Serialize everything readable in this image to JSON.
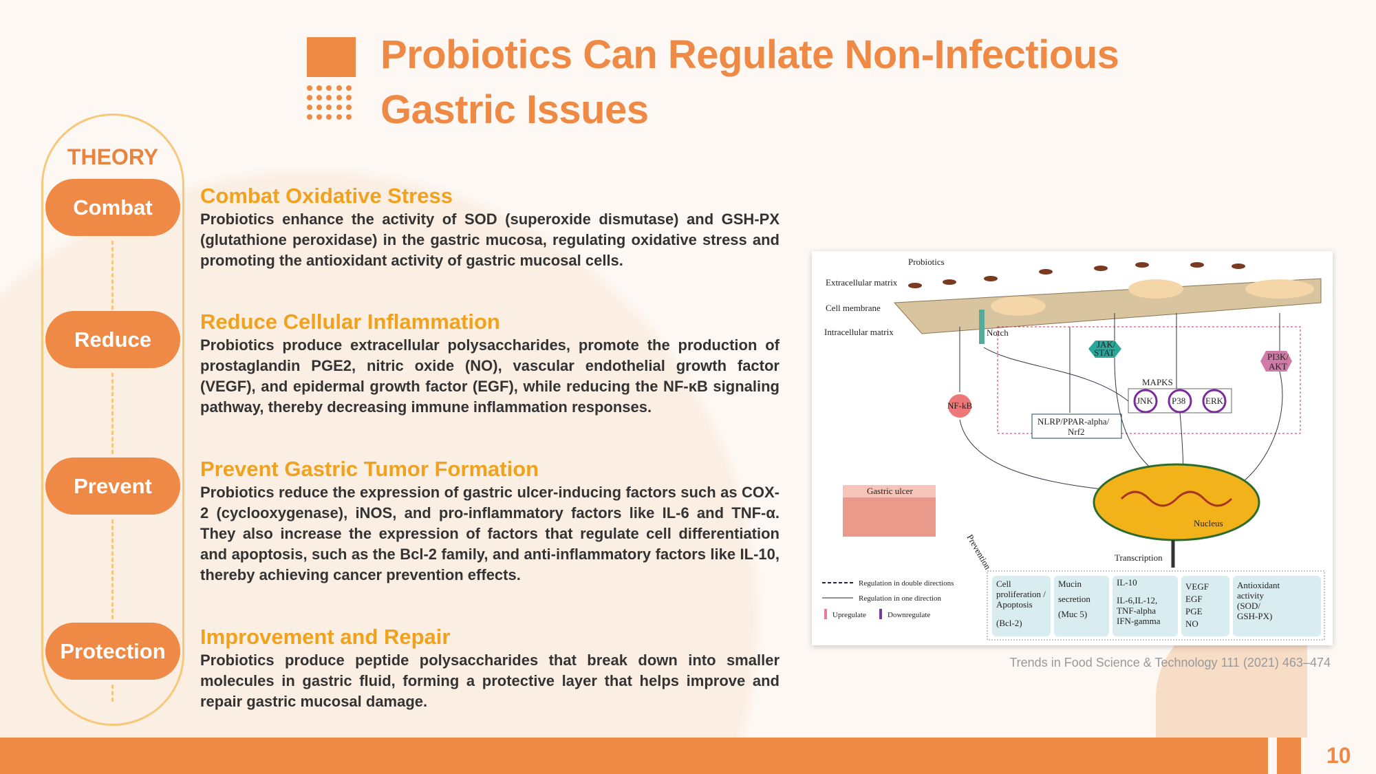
{
  "title": {
    "line1": "Probiotics Can Regulate Non-Infectious",
    "line2": "Gastric Issues"
  },
  "sidebar": {
    "label": "THEORY",
    "buttons": [
      "Combat",
      "Reduce",
      "Prevent",
      "Protection"
    ]
  },
  "sections": [
    {
      "heading": "Combat Oxidative Stress",
      "body": "Probiotics enhance the activity of SOD (superoxide dismutase) and GSH-PX (glutathione peroxidase) in the gastric mucosa, regulating oxidative stress and promoting the antioxidant activity of gastric mucosal cells."
    },
    {
      "heading": "Reduce Cellular Inflammation",
      "body": "Probiotics produce extracellular polysaccharides, promote the production of prostaglandin PGE2, nitric oxide (NO), vascular endothelial growth factor (VEGF), and epidermal growth factor (EGF), while reducing the NF-κB signaling pathway, thereby decreasing immune inflammation responses."
    },
    {
      "heading": "Prevent Gastric Tumor Formation",
      "body": "Probiotics reduce the expression of gastric ulcer-inducing factors such as COX-2 (cyclooxygenase), iNOS, and pro-inflammatory factors like IL-6 and TNF-α. They also increase the expression of factors that regulate cell differentiation and apoptosis, such as the Bcl-2 family, and anti-inflammatory factors like IL-10, thereby achieving cancer prevention effects."
    },
    {
      "heading": "Improvement and Repair",
      "body": "Probiotics produce peptide polysaccharides that break down into smaller molecules in gastric fluid, forming a protective layer that helps improve and repair gastric mucosal damage."
    }
  ],
  "figure": {
    "probiotics": "Probiotics",
    "ecm": "Extracellular matrix",
    "membrane": "Cell membrane",
    "icm": "Intracellular matrix",
    "notch": "Notch",
    "jak": "JAK/",
    "stat": "STAT",
    "pi3k": "PI3K/",
    "akt": "AKT",
    "mapks": "MAPKS",
    "jnk": "JNK",
    "p38": "P38",
    "erk": "ERK",
    "nfkb": "NF-kB",
    "nlrp1": "NLRP/PPAR-alpha/",
    "nlrp2": "Nrf2",
    "ulcer": "Gastric ulcer",
    "nucleus": "Nucleus",
    "transcription": "Transcription",
    "prevention": "Prevention",
    "legend": {
      "double": "Regulation in double directions",
      "one": "Regulation in one direction",
      "up": "Upregulate",
      "down": "Downregulate"
    },
    "boxes": [
      [
        "Cell",
        "proliferation /",
        "Apoptosis",
        "(Bcl-2)"
      ],
      [
        "Mucin",
        "secretion",
        "(Muc 5)"
      ],
      [
        "IL-10",
        "IL-6,IL-12,",
        "TNF-alpha",
        "IFN-gamma"
      ],
      [
        "VEGF",
        "EGF",
        "PGE",
        "NO"
      ],
      [
        "Antioxidant",
        "activity",
        "(SOD/",
        "GSH-PX)"
      ]
    ]
  },
  "citation": "Trends in Food Science & Technology 111 (2021) 463–474",
  "page_number": "10",
  "colors": {
    "accent": "#ee8a45",
    "heading": "#f0a11e",
    "outline": "#f6c879"
  }
}
